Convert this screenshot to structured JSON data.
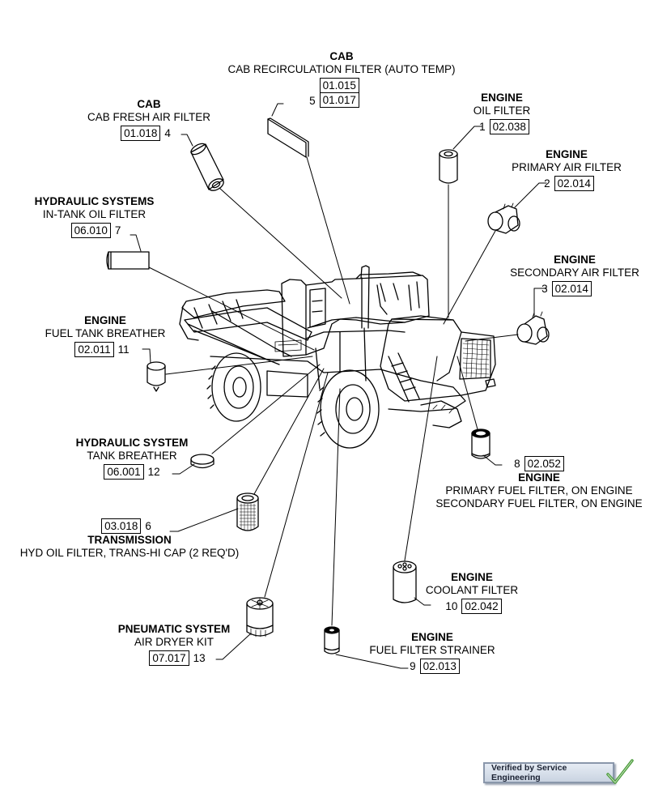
{
  "title": "Filter locations - sprayer service parts diagram",
  "callouts": [
    {
      "item": "5",
      "system": "CAB",
      "description": "CAB RECIRCULATION FILTER (AUTO TEMP)",
      "refs": [
        "01.015",
        "01.017"
      ]
    },
    {
      "item": "4",
      "system": "CAB",
      "description": "CAB FRESH AIR FILTER",
      "refs": [
        "01.018"
      ]
    },
    {
      "item": "1",
      "system": "ENGINE",
      "description": "OIL FILTER",
      "refs": [
        "02.038"
      ]
    },
    {
      "item": "2",
      "system": "ENGINE",
      "description": "PRIMARY AIR FILTER",
      "refs": [
        "02.014"
      ]
    },
    {
      "item": "7",
      "system": "HYDRAULIC SYSTEMS",
      "description": "IN-TANK OIL FILTER",
      "refs": [
        "06.010"
      ]
    },
    {
      "item": "3",
      "system": "ENGINE",
      "description": "SECONDARY AIR FILTER",
      "refs": [
        "02.014"
      ]
    },
    {
      "item": "11",
      "system": "ENGINE",
      "description": "FUEL TANK BREATHER",
      "refs": [
        "02.011"
      ]
    },
    {
      "item": "8",
      "system": "ENGINE",
      "description": "PRIMARY FUEL FILTER, ON ENGINE",
      "description2": "SECONDARY FUEL FILTER, ON ENGINE",
      "refs": [
        "02.052"
      ]
    },
    {
      "item": "12",
      "system": "HYDRAULIC SYSTEM",
      "description": "TANK BREATHER",
      "refs": [
        "06.001"
      ]
    },
    {
      "item": "6",
      "system": "TRANSMISSION",
      "description": "HYD OIL FILTER, TRANS-HI CAP (2 REQ'D)",
      "refs": [
        "03.018"
      ]
    },
    {
      "item": "10",
      "system": "ENGINE",
      "description": "COOLANT FILTER",
      "refs": [
        "02.042"
      ]
    },
    {
      "item": "13",
      "system": "PNEUMATIC SYSTEM",
      "description": "AIR DRYER KIT",
      "refs": [
        "07.017"
      ]
    },
    {
      "item": "9",
      "system": "ENGINE",
      "description": "FUEL FILTER STRAINER",
      "refs": [
        "02.013"
      ]
    }
  ],
  "badge": {
    "text": "Verified by Service Engineering",
    "check_color": "#4a9a3a"
  }
}
